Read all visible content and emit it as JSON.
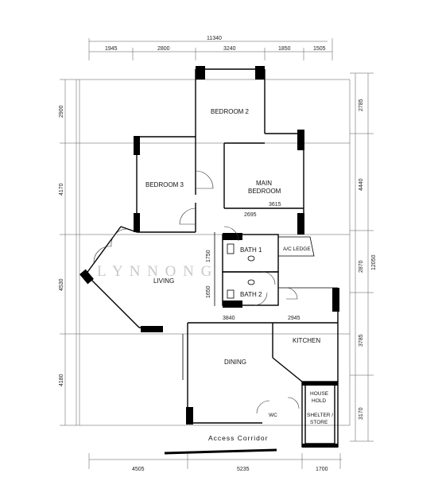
{
  "dimensions": {
    "top_total": "11340",
    "top": [
      "1945",
      "2800",
      "3240",
      "1850",
      "1505"
    ],
    "left": [
      "2900",
      "4170",
      "4530",
      "4180"
    ],
    "right": [
      "2785",
      "4440",
      "12050",
      "2870",
      "3785",
      "3170"
    ],
    "bottom": [
      "4505",
      "5235",
      "1700"
    ],
    "inner": [
      "2695",
      "3615",
      "1750",
      "1650",
      "3840",
      "2945"
    ]
  },
  "rooms": {
    "bedroom2": "BEDROOM 2",
    "main_bedroom_l1": "MAIN",
    "main_bedroom_l2": "BEDROOM",
    "bedroom3": "BEDROOM 3",
    "bath1": "BATH 1",
    "bath2": "BATH 2",
    "ac_ledge": "A/C LEDGE",
    "living": "LIVING",
    "dining": "DINING",
    "kitchen": "KITCHEN",
    "wc": "WC",
    "household_shelter": [
      "HOUSE",
      "HOLD",
      "SHELTER /",
      "STORE"
    ]
  },
  "labels": {
    "access_corridor": "Access Corridor"
  },
  "watermark": "L Y N N   O N G"
}
